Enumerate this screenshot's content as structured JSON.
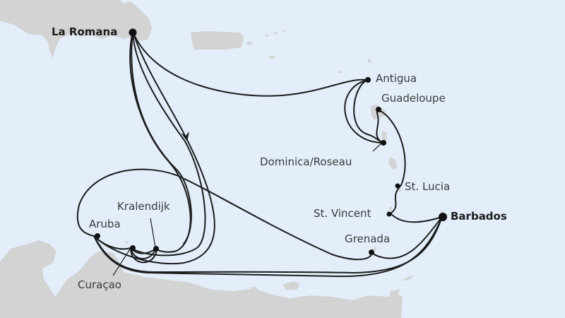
{
  "map": {
    "type": "cruise-route-map",
    "colors": {
      "sea": "#e3eefa",
      "land": "#d3d3d3",
      "route": "#1c1c1c",
      "label": "#3a3a3a"
    },
    "ports": [
      {
        "id": "la-romana",
        "label": "La Romana",
        "major": true
      },
      {
        "id": "antigua",
        "label": "Antigua",
        "major": false
      },
      {
        "id": "guadeloupe",
        "label": "Guadeloupe",
        "major": false
      },
      {
        "id": "dominica",
        "label": "Dominica/Roseau",
        "major": false
      },
      {
        "id": "st-lucia",
        "label": "St. Lucia",
        "major": false
      },
      {
        "id": "st-vincent",
        "label": "St. Vincent",
        "major": false
      },
      {
        "id": "barbados",
        "label": "Barbados",
        "major": true
      },
      {
        "id": "grenada",
        "label": "Grenada",
        "major": false
      },
      {
        "id": "kralendijk",
        "label": "Kralendijk",
        "major": false
      },
      {
        "id": "aruba",
        "label": "Aruba",
        "major": false
      },
      {
        "id": "curacao",
        "label": "Curaçao",
        "major": false
      }
    ],
    "direction_arrow": "arrow-down"
  }
}
